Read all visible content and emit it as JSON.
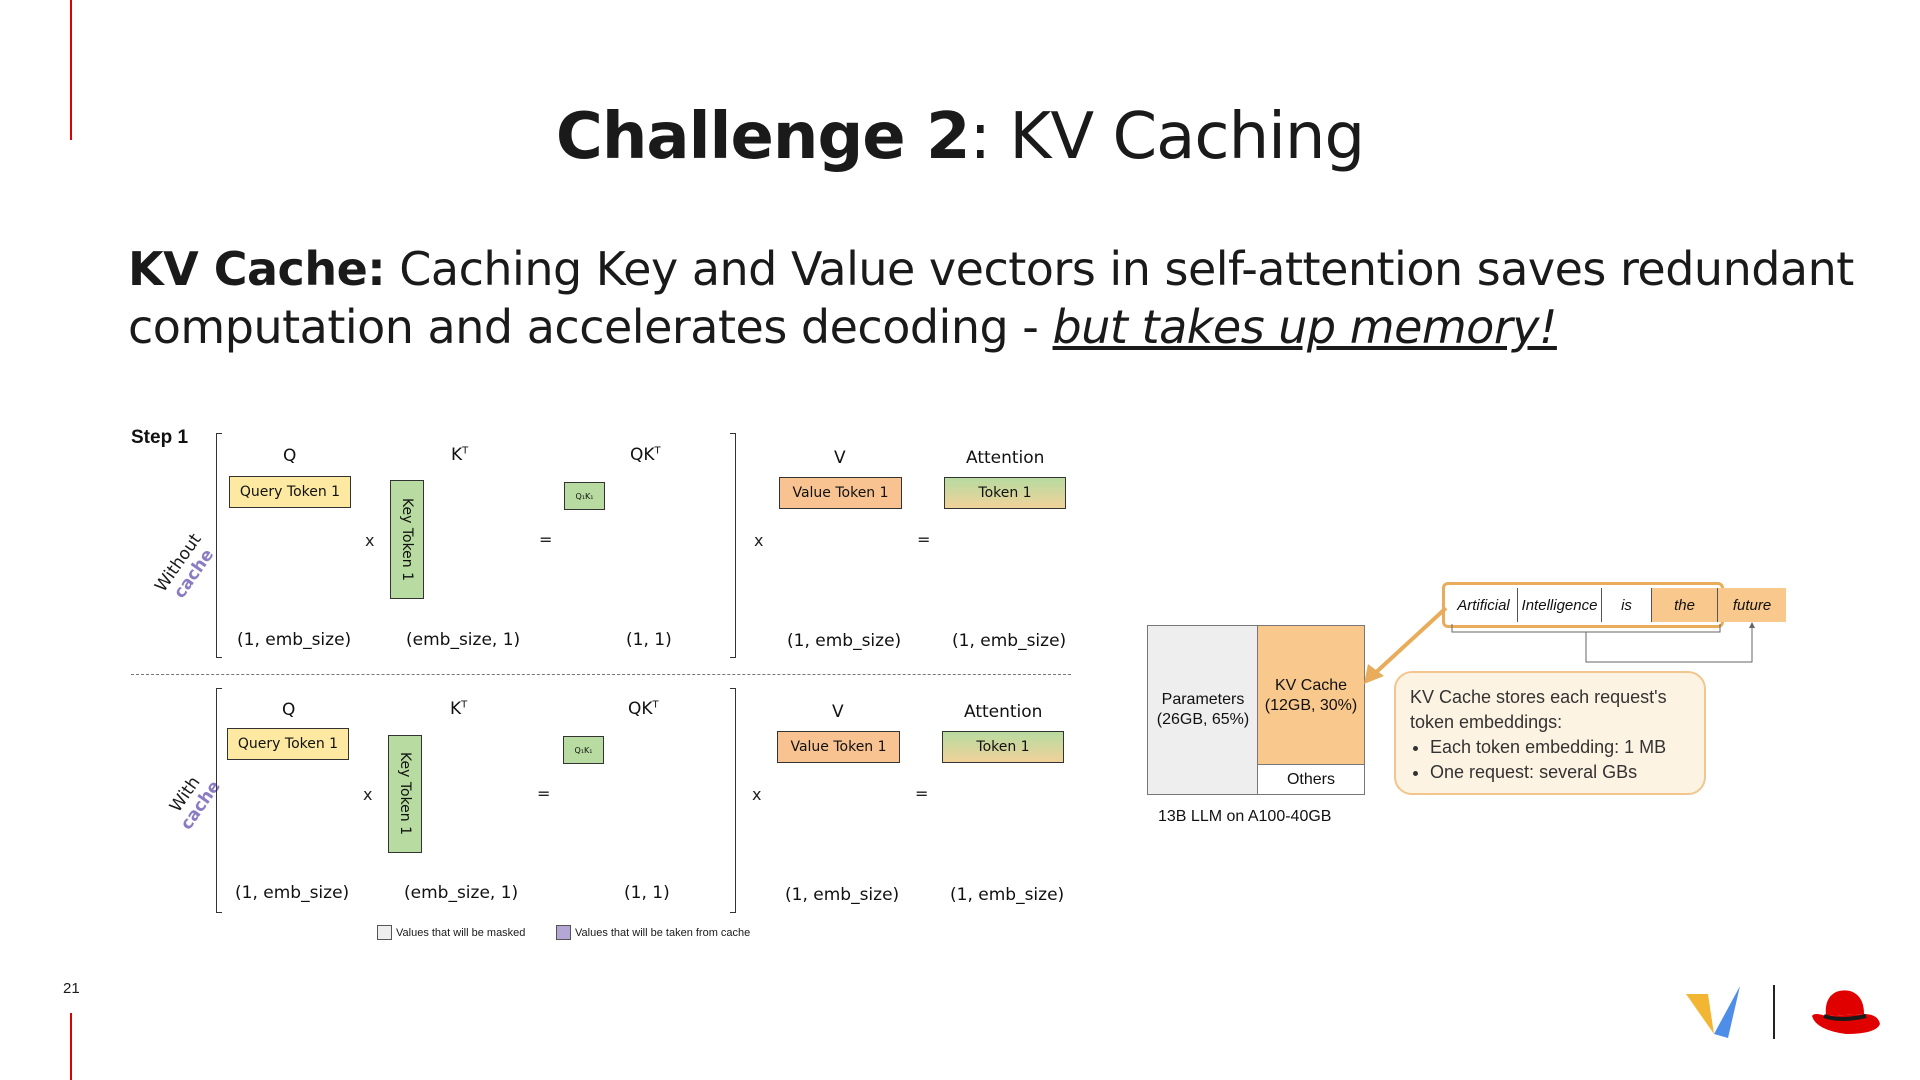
{
  "slide": {
    "title_bold": "Challenge 2",
    "title_rest": ": KV Caching",
    "body_bold": "KV Cache:",
    "body_text": " Caching Key and Value vectors in self-attention saves redundant computation and accelerates decoding - ",
    "body_emphasis": "but takes up memory!",
    "page_number": "21"
  },
  "diagram": {
    "step_label": "Step 1",
    "without_cache": {
      "line1": "Without",
      "line2": "cache"
    },
    "with_cache": {
      "line1": "With",
      "line2": "cache"
    },
    "q_header": "Q",
    "kt_header": "K",
    "qkt_header": "QK",
    "superscript_t": "T",
    "v_header": "V",
    "attention_header": "Attention",
    "query_box": "Query Token 1",
    "key_box": "Key Token 1",
    "qk_box": "Q₁K₁",
    "value_box": "Value Token 1",
    "attention_box": "Token 1",
    "dim_q": "(1, emb_size)",
    "dim_k": "(emb_size, 1)",
    "dim_qk": "(1, 1)",
    "dim_v": "(1, emb_size)",
    "dim_attn": "(1, emb_size)",
    "op_times": "x",
    "op_equals": "=",
    "legend_masked": "Values that will be masked",
    "legend_cache": "Values that will be taken from cache",
    "legend_masked_color": "#eeeeee",
    "legend_cache_color": "#b4a7d6"
  },
  "memory": {
    "params_line1": "Parameters",
    "params_line2": "(26GB, 65%)",
    "kv_line1": "KV Cache",
    "kv_line2": "(12GB, 30%)",
    "others": "Others",
    "caption": "13B LLM on A100-40GB",
    "tokens": [
      "Artificial",
      "Intelligence",
      "is",
      "the",
      "future"
    ],
    "callout_title": "KV Cache stores each request's token embeddings:",
    "callout_bullets": [
      "Each token embedding: 1 MB",
      "One request: several GBs"
    ],
    "colors": {
      "kv": "#f8c88c",
      "params": "#eeeeee",
      "accent": "#e8ac5a",
      "callout_bg": "#fdf3e2"
    }
  }
}
